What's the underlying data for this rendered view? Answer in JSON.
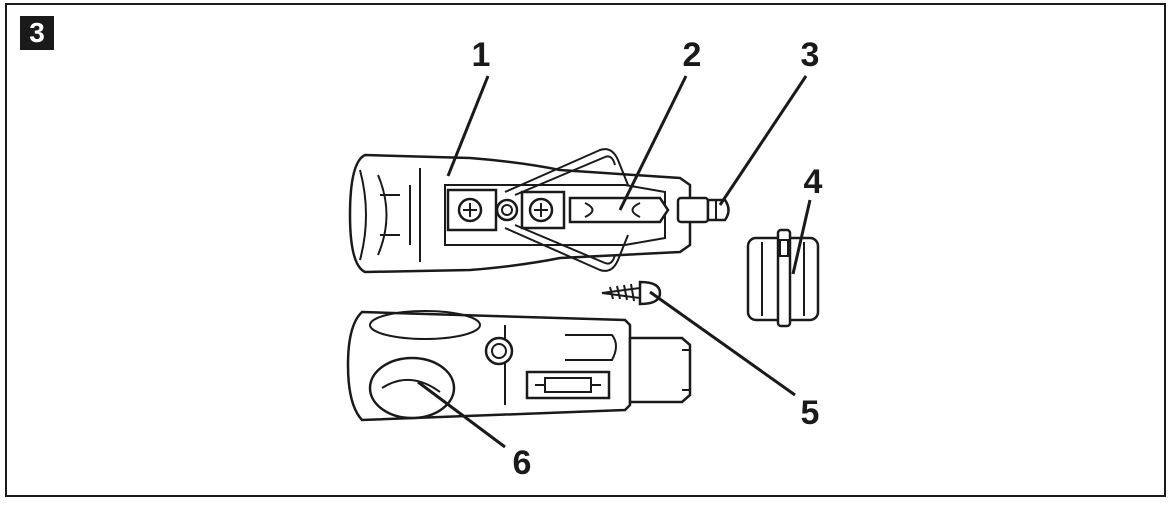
{
  "figure": {
    "number": "3",
    "callouts": [
      {
        "id": "1",
        "label": "1"
      },
      {
        "id": "2",
        "label": "2"
      },
      {
        "id": "3",
        "label": "3"
      },
      {
        "id": "4",
        "label": "4"
      },
      {
        "id": "5",
        "label": "5"
      },
      {
        "id": "6",
        "label": "6"
      }
    ]
  },
  "colors": {
    "ink": "#1a1a1a",
    "paper": "#ffffff"
  }
}
